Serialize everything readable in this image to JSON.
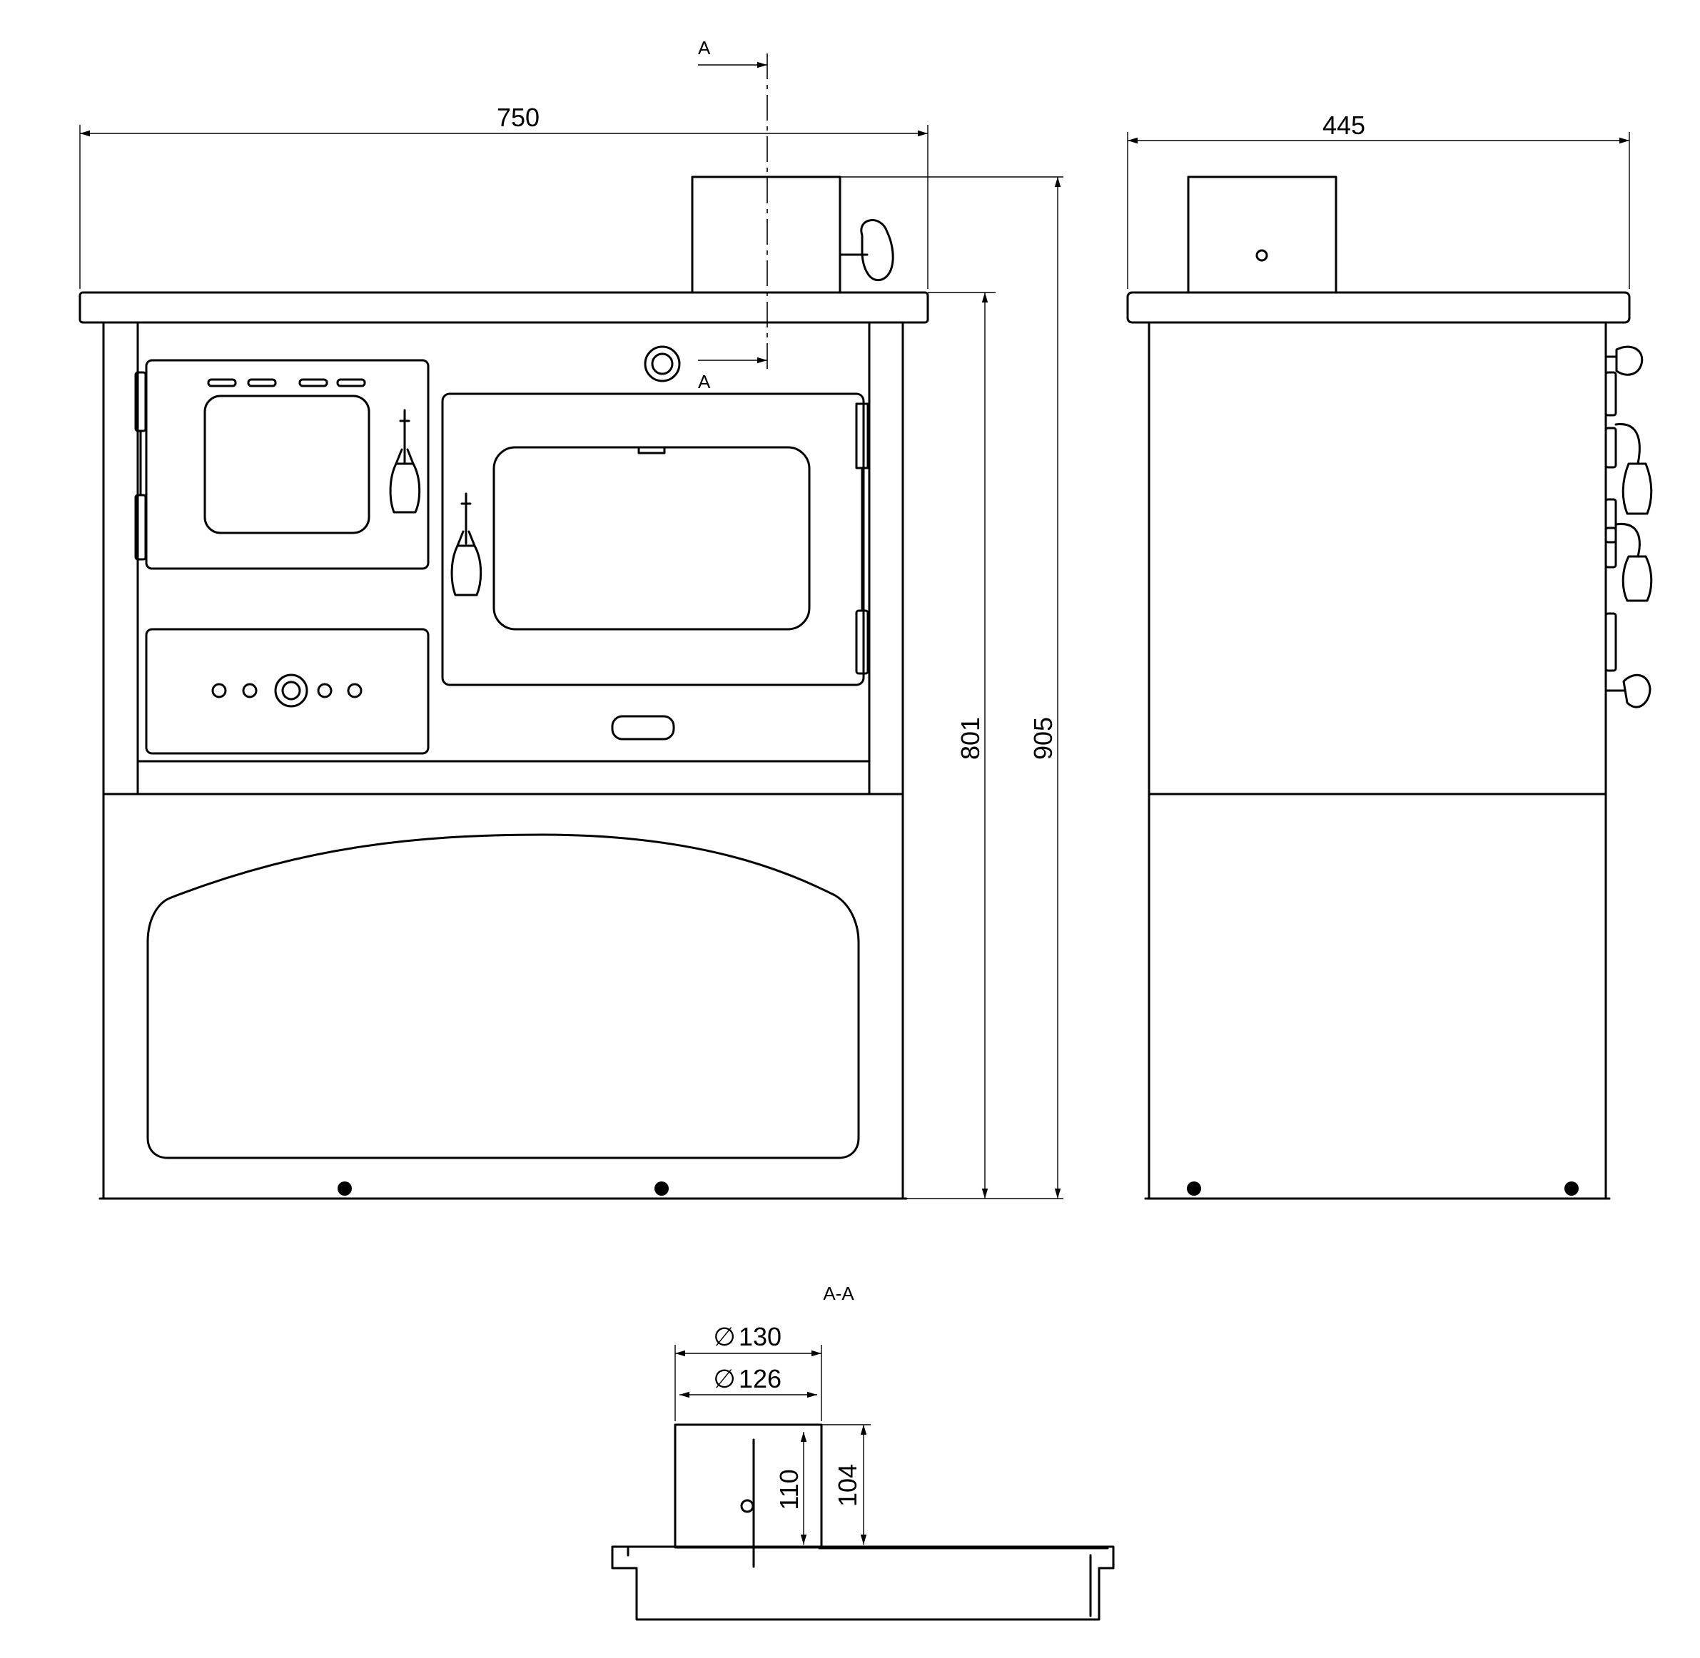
{
  "dimensions": {
    "front_width": "750",
    "side_depth": "445",
    "height_body": "801",
    "height_total": "905",
    "flue_outer_diameter": "130",
    "flue_inner_diameter": "126",
    "flue_height_outer": "110",
    "flue_height_inner": "104",
    "diameter_symbol": "∅"
  },
  "section": {
    "marker": "A",
    "label": "A-A"
  },
  "colors": {
    "line": "#000000",
    "background": "#ffffff"
  }
}
